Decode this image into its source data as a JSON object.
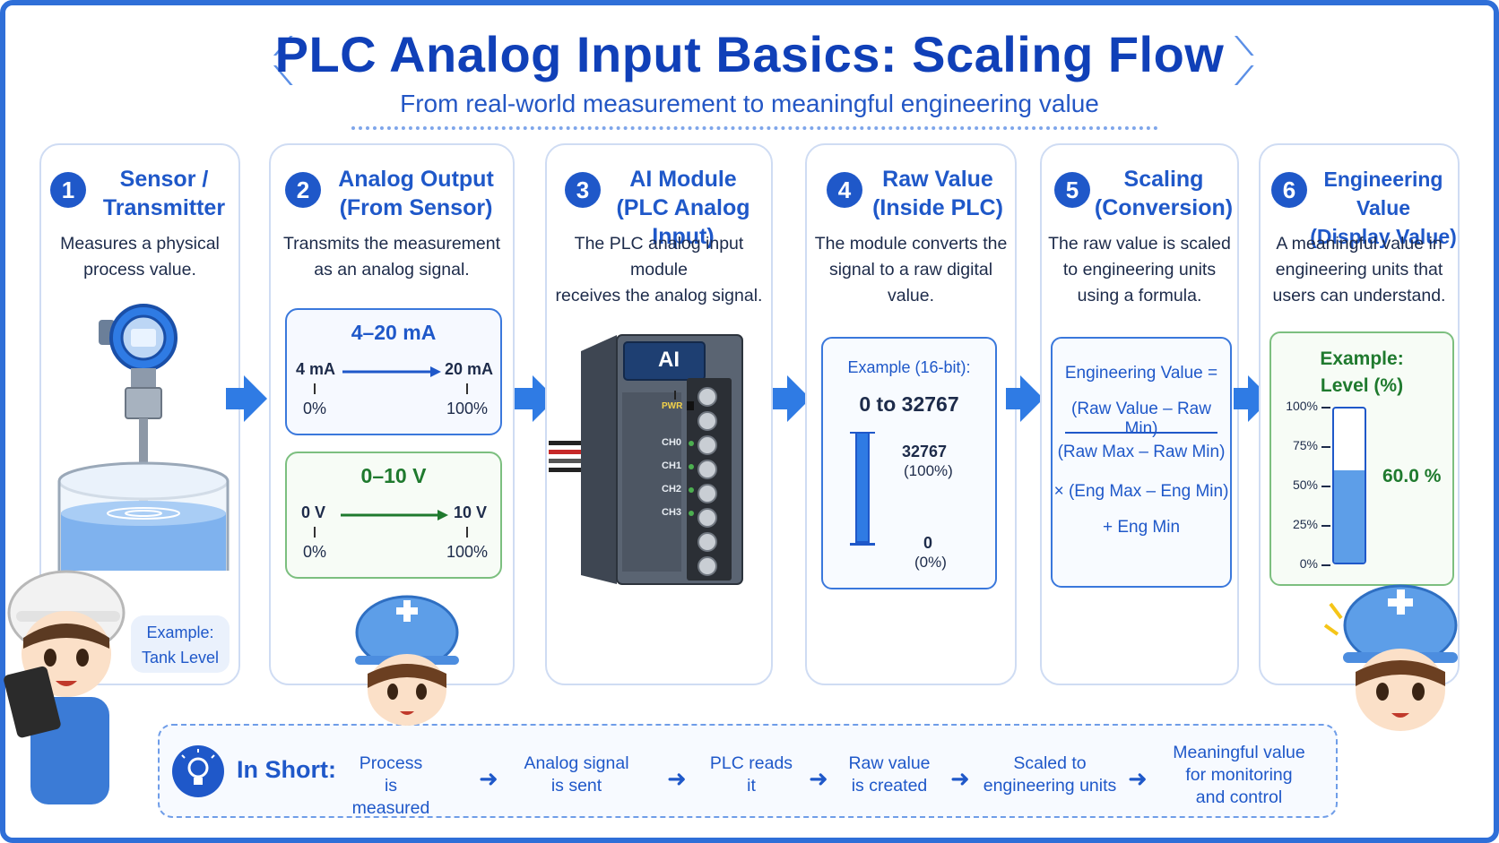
{
  "title": "PLC Analog Input Basics: Scaling Flow",
  "subtitle": "From real-world measurement to meaningful engineering value",
  "colors": {
    "primary": "#1f58c9",
    "accent_arrow": "#2f7be4",
    "green": "#1f7a2e",
    "card_border": "#cfdcf3"
  },
  "steps": [
    {
      "num": "1",
      "title1": "Sensor /",
      "title2": "Transmitter",
      "desc1": "Measures a physical",
      "desc2": "process value.",
      "example1": "Example:",
      "example2": "Tank Level"
    },
    {
      "num": "2",
      "title1": "Analog Output",
      "title2": "(From Sensor)",
      "desc1": "Transmits the measurement",
      "desc2": "as an analog signal."
    },
    {
      "num": "3",
      "title1": "AI Module",
      "title2": "(PLC Analog Input)",
      "desc1": "The PLC analog input module",
      "desc2": "receives the analog signal."
    },
    {
      "num": "4",
      "title1": "Raw Value",
      "title2": "(Inside PLC)",
      "desc1": "The module converts the",
      "desc2": "signal to a raw digital value."
    },
    {
      "num": "5",
      "title1": "Scaling",
      "title2": "(Conversion)",
      "desc1": "The raw value is scaled",
      "desc2": "to engineering units",
      "desc3": "using a formula."
    },
    {
      "num": "6",
      "title1": "Engineering Value",
      "title2": "(Display Value)",
      "desc1": "A meaningful value in",
      "desc2": "engineering units that",
      "desc3": "users can understand."
    }
  ],
  "current_signal": {
    "title": "4–20 mA",
    "low": "4 mA",
    "high": "20 mA",
    "low_pct": "0%",
    "high_pct": "100%"
  },
  "voltage_signal": {
    "title": "0–10 V",
    "low": "0 V",
    "high": "10 V",
    "low_pct": "0%",
    "high_pct": "100%"
  },
  "ai_module": {
    "label": "AI",
    "pwr": "PWR",
    "channels": [
      "CH0",
      "CH1",
      "CH2",
      "CH3"
    ]
  },
  "raw_value": {
    "example": "Example (16-bit):",
    "range": "0 to 32767",
    "max": "32767",
    "max_pct": "(100%)",
    "min": "0",
    "min_pct": "(0%)"
  },
  "formula": {
    "line1": "Engineering Value =",
    "line2": "(Raw Value – Raw Min)",
    "line3": "(Raw Max – Raw Min)",
    "line4": "× (Eng Max – Eng Min)",
    "line5": "+ Eng Min"
  },
  "engineering": {
    "example1": "Example:",
    "example2": "Level (%)",
    "ticks": [
      "100%",
      "75%",
      "50%",
      "25%",
      "0%"
    ],
    "value_label": "60.0 %",
    "level_fraction": 0.6
  },
  "bottom": {
    "label": "In Short:",
    "items": [
      {
        "l1": "Process",
        "l2": "is measured"
      },
      {
        "l1": "Analog signal",
        "l2": "is sent"
      },
      {
        "l1": "PLC reads",
        "l2": "it"
      },
      {
        "l1": "Raw value",
        "l2": "is created"
      },
      {
        "l1": "Scaled to",
        "l2": "engineering units"
      },
      {
        "l1": "Meaningful value",
        "l2": "for monitoring",
        "l3": "and control"
      }
    ]
  }
}
